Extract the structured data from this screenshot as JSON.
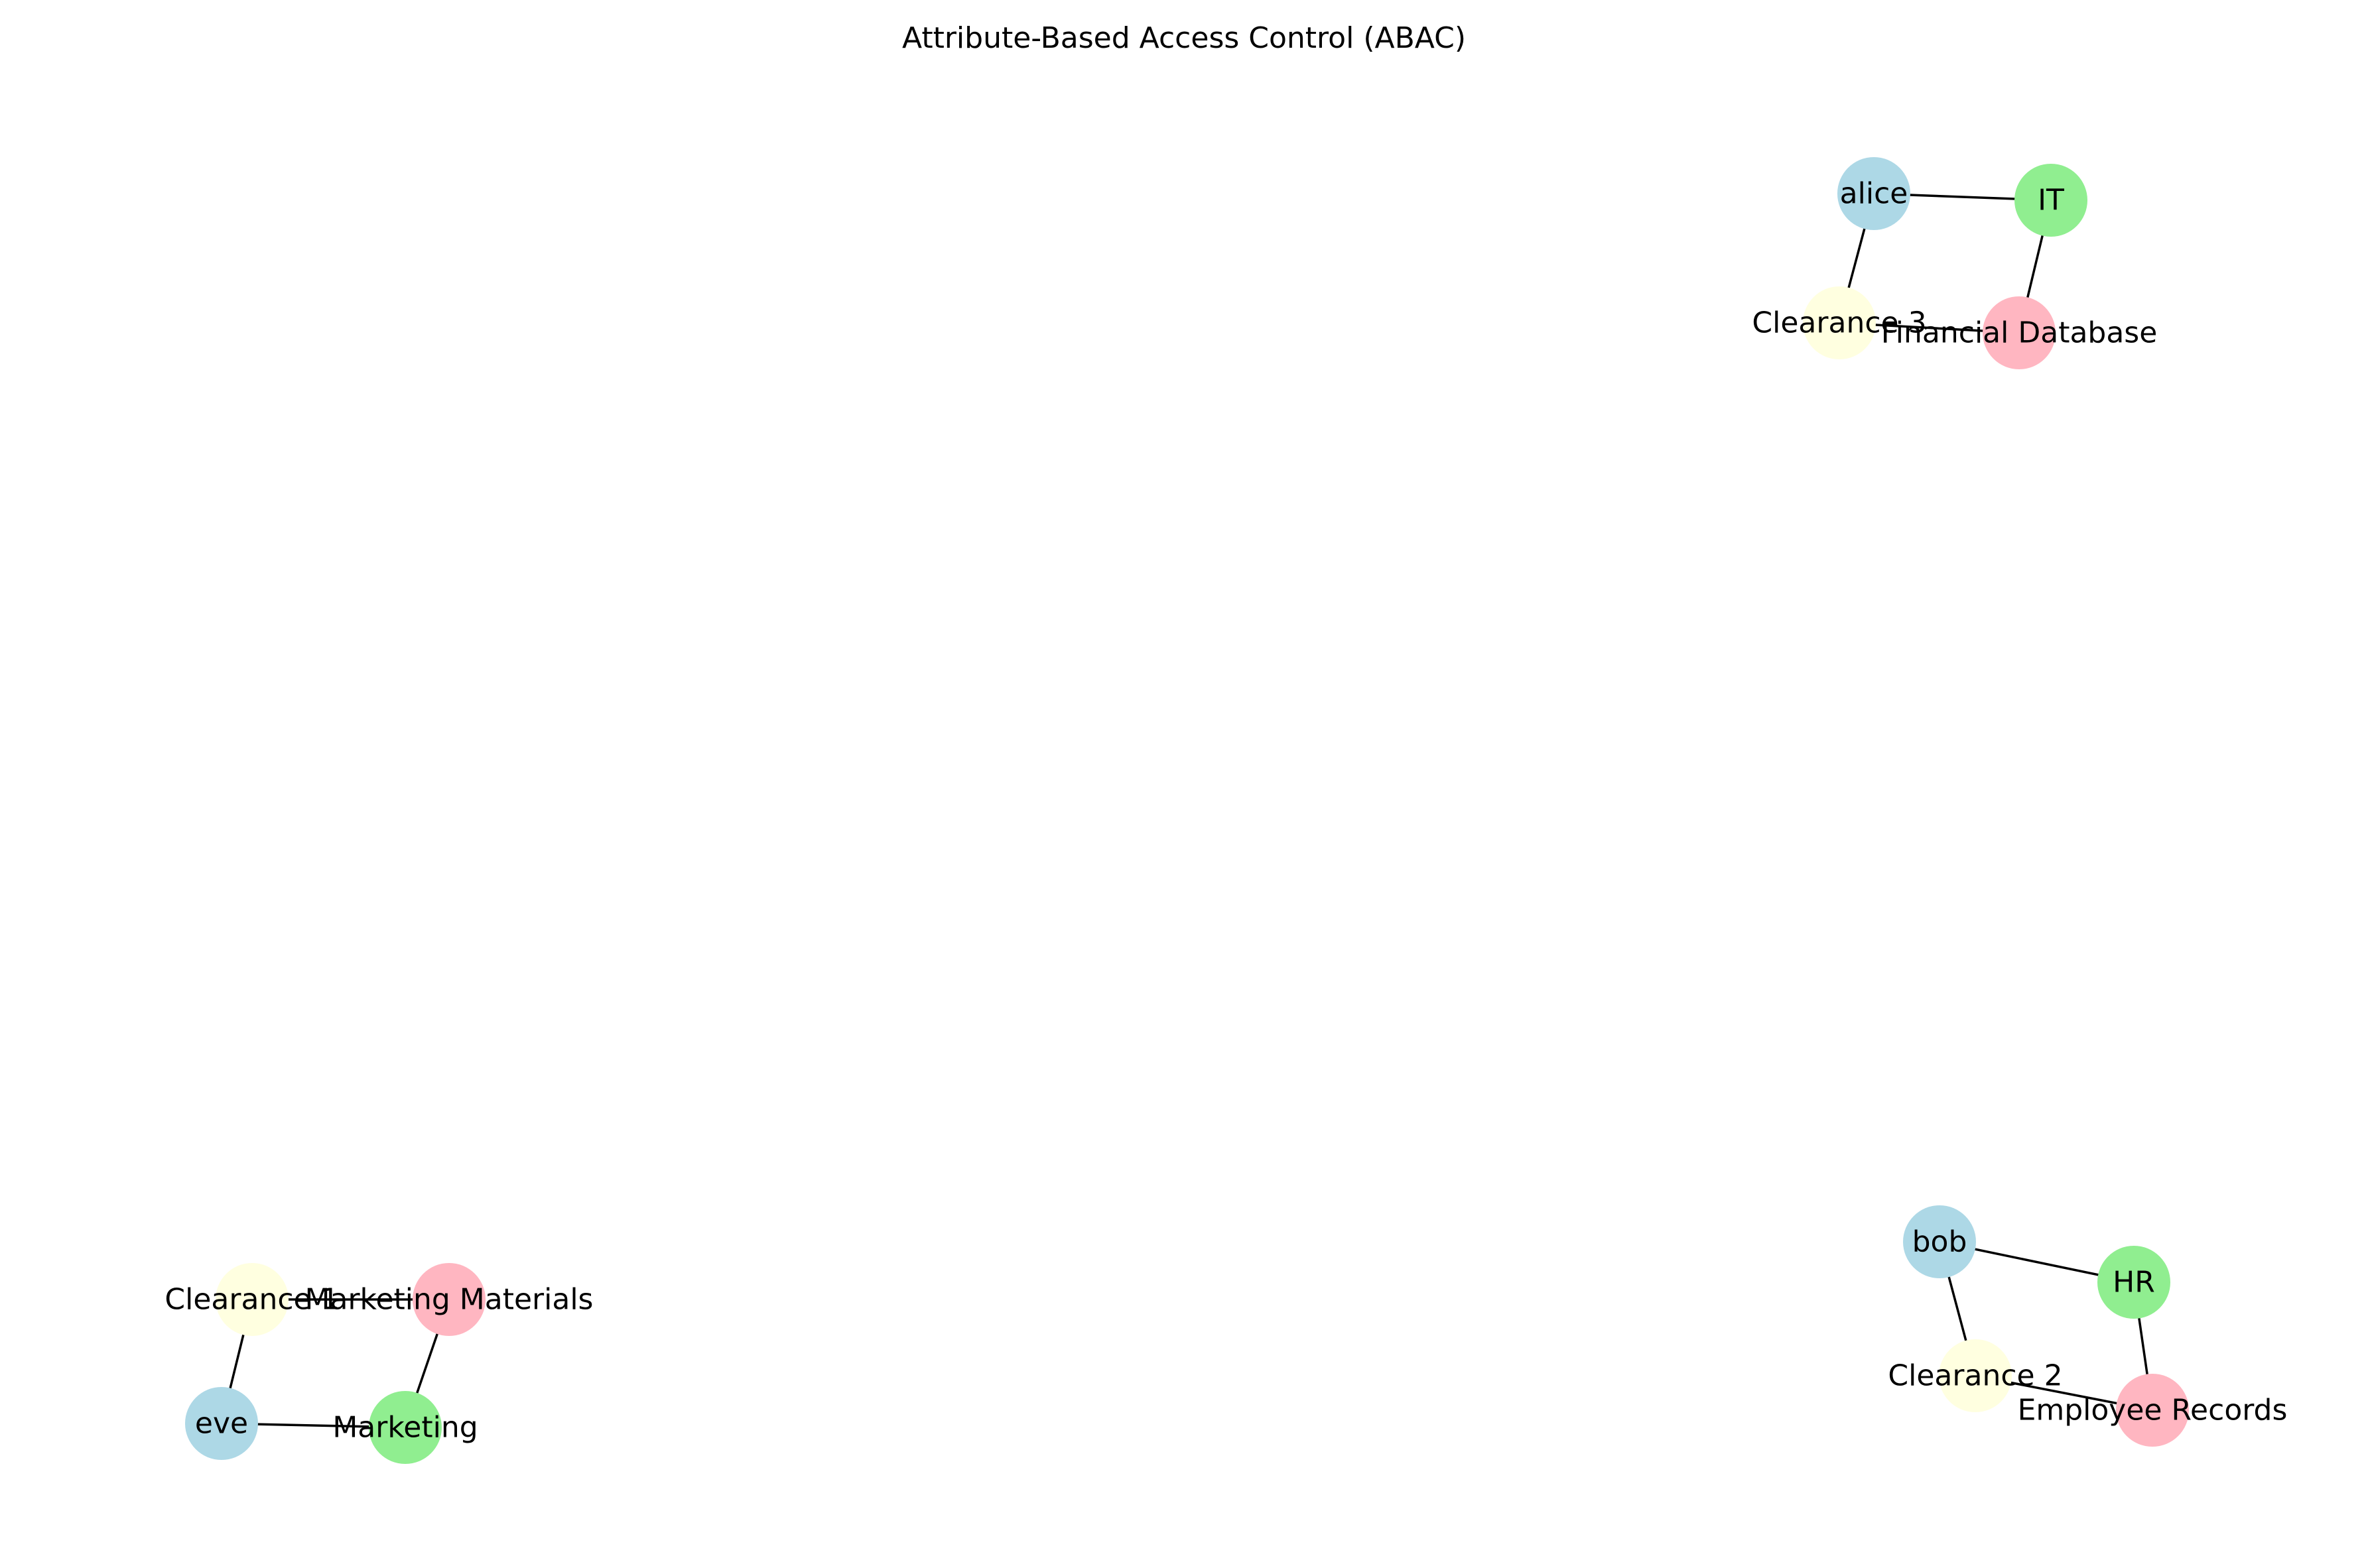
{
  "title": "Attribute-Based Access Control (ABAC)",
  "node_colors": {
    "user": "#add8e6",
    "department": "#90ee90",
    "clearance": "#ffffe0",
    "resource": "#ffb6c1"
  },
  "nodes": [
    {
      "id": "alice",
      "label": "alice",
      "kind": "user"
    },
    {
      "id": "IT",
      "label": "IT",
      "kind": "department"
    },
    {
      "id": "Clearance 3",
      "label": "Clearance 3",
      "kind": "clearance"
    },
    {
      "id": "Financial Database",
      "label": "Financial Database",
      "kind": "resource"
    },
    {
      "id": "bob",
      "label": "bob",
      "kind": "user"
    },
    {
      "id": "HR",
      "label": "HR",
      "kind": "department"
    },
    {
      "id": "Clearance 2",
      "label": "Clearance 2",
      "kind": "clearance"
    },
    {
      "id": "Employee Records",
      "label": "Employee Records",
      "kind": "resource"
    },
    {
      "id": "eve",
      "label": "eve",
      "kind": "user"
    },
    {
      "id": "Marketing",
      "label": "Marketing",
      "kind": "department"
    },
    {
      "id": "Clearance 1",
      "label": "Clearance 1",
      "kind": "clearance"
    },
    {
      "id": "Marketing Materials",
      "label": "Marketing Materials",
      "kind": "resource"
    }
  ],
  "edges": [
    [
      "alice",
      "IT"
    ],
    [
      "alice",
      "Clearance 3"
    ],
    [
      "IT",
      "Financial Database"
    ],
    [
      "Clearance 3",
      "Financial Database"
    ],
    [
      "bob",
      "HR"
    ],
    [
      "bob",
      "Clearance 2"
    ],
    [
      "HR",
      "Employee Records"
    ],
    [
      "Clearance 2",
      "Employee Records"
    ],
    [
      "eve",
      "Marketing"
    ],
    [
      "eve",
      "Clearance 1"
    ],
    [
      "Marketing",
      "Marketing Materials"
    ],
    [
      "Clearance 1",
      "Marketing Materials"
    ]
  ]
}
